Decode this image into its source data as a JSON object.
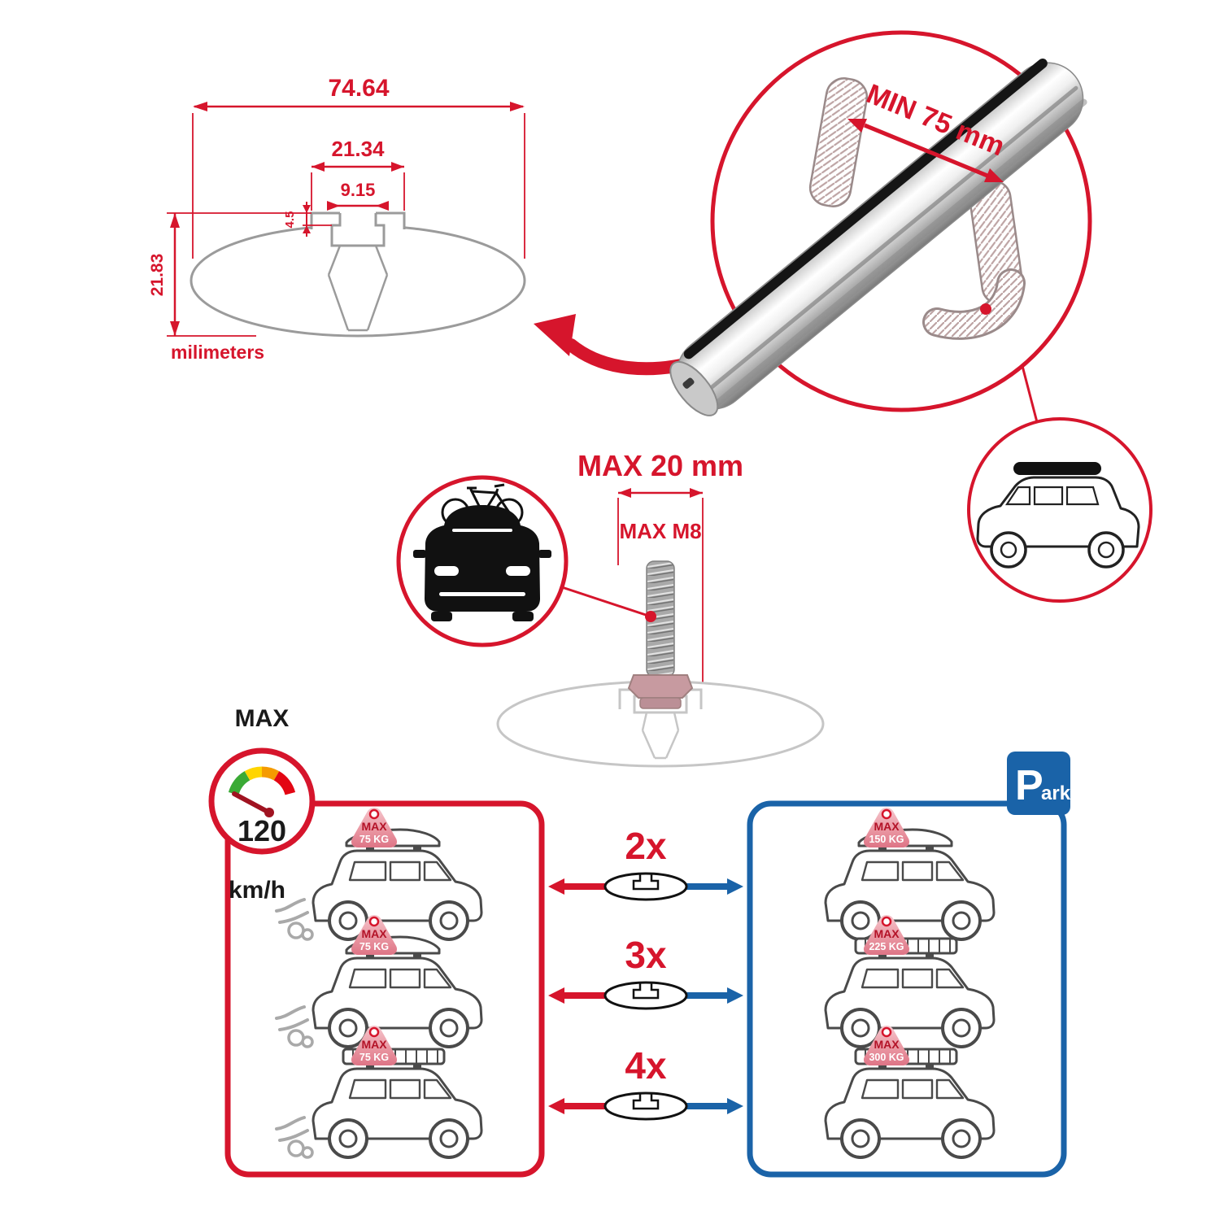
{
  "colors": {
    "red": "#d6152c",
    "blue": "#1a63a8",
    "gray": "#9b9b9b"
  },
  "profile_dimensions": {
    "total_width": "74.64",
    "channel_width": "21.34",
    "slot_width": "9.15",
    "lip_depth": "4.5",
    "total_height": "21.83",
    "units": "milimeters"
  },
  "bar_detail": {
    "min_span_label": "MIN 75 mm"
  },
  "bolt_spec": {
    "max_length_label": "MAX 20 mm",
    "thread_label": "MAX M8"
  },
  "speed_limit": {
    "label": "MAX",
    "value": "120",
    "unit": "km/h"
  },
  "parking_sign": {
    "letter": "P",
    "suffix": "ark"
  },
  "load_rows": [
    {
      "count": "2x",
      "drive_tag_label": "MAX",
      "drive_tag_value": "75 KG",
      "park_tag_label": "MAX",
      "park_tag_value": "150 KG"
    },
    {
      "count": "3x",
      "drive_tag_label": "MAX",
      "drive_tag_value": "75 KG",
      "park_tag_label": "MAX",
      "park_tag_value": "225 KG"
    },
    {
      "count": "4x",
      "drive_tag_label": "MAX",
      "drive_tag_value": "75 KG",
      "park_tag_label": "MAX",
      "park_tag_value": "300 KG"
    }
  ]
}
